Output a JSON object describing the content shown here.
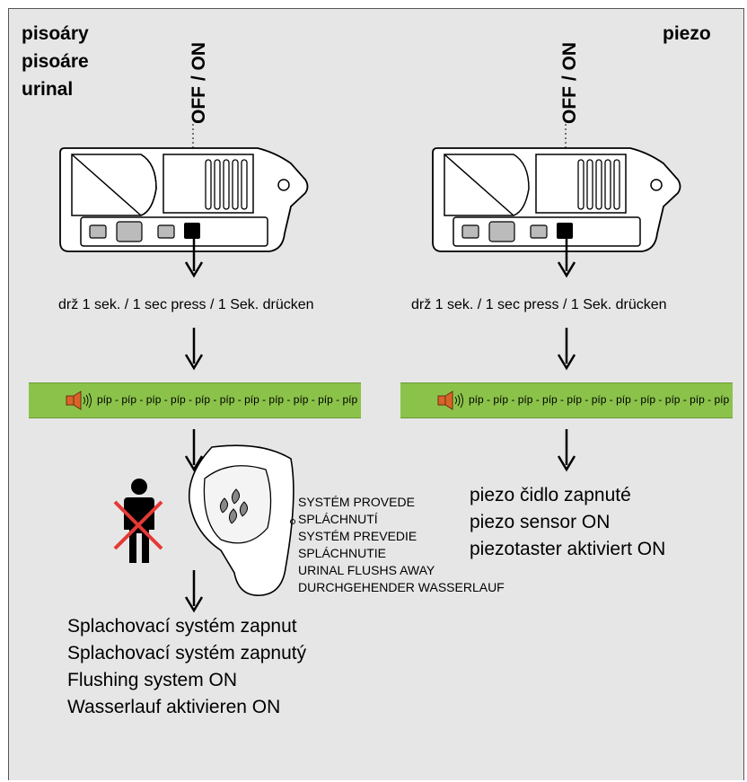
{
  "colors": {
    "panel_bg": "#e6e6e6",
    "bar_green": "#8bc34a",
    "speaker_orange": "#d9642a",
    "cross_red": "#e53935"
  },
  "left": {
    "title_lines": [
      "pisoáry",
      "pisoáre",
      "urinal"
    ],
    "switch_label": "OFF / ON",
    "press_label": "drž 1 sek. / 1 sec press / 1 Sek. drücken",
    "beeps": "píp - píp - píp - píp - píp - píp - píp - píp - píp - píp - píp",
    "urinal_text": [
      "SYSTÉM PROVEDE",
      "SPLÁCHNUTÍ",
      "SYSTÉM PREVEDIE",
      "SPLÁCHNUTIE",
      "URINAL FLUSHS AWAY",
      "DURCHGEHENDER WASSERLAUF"
    ],
    "result_lines": [
      "Splachovací systém zapnut",
      "Splachovací systém zapnutý",
      "Flushing system ON",
      "Wasserlauf aktivieren ON"
    ]
  },
  "right": {
    "title": "piezo",
    "switch_label": "OFF / ON",
    "press_label": "drž 1 sek. / 1 sec press / 1 Sek. drücken",
    "beeps": "píp - píp - píp - píp - píp - píp - píp - píp - píp - píp - píp",
    "result_lines": [
      "piezo čidlo zapnuté",
      "piezo sensor ON",
      "piezotaster aktiviert ON"
    ]
  },
  "icons": [
    "remote-control-icon",
    "speaker-icon",
    "person-icon",
    "cross-icon",
    "urinal-icon",
    "arrow-down-icon"
  ]
}
